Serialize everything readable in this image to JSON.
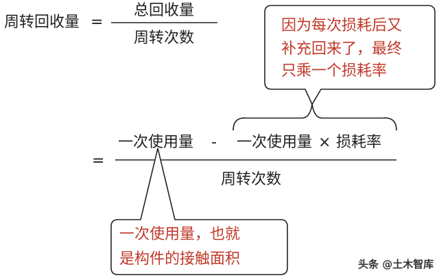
{
  "formula": {
    "lhs": "周转回收量",
    "equals": "=",
    "top_fraction": {
      "numerator": "总回收量",
      "denominator": "周转次数"
    },
    "bottom_fraction": {
      "numerator_term1": "一次使用量",
      "minus": "-",
      "numerator_term2": "一次使用量",
      "times": "×",
      "numerator_term3": "损耗率",
      "denominator": "周转次数"
    }
  },
  "callouts": {
    "loss_note": {
      "line1": "因为每次损耗后又",
      "line2": "补充回来了，最终",
      "line3": "只乘一个损耗率"
    },
    "usage_note": {
      "line1": "一次使用量，也就",
      "line2": "是构件的接触面积"
    }
  },
  "watermark": "头条 @土木智库",
  "colors": {
    "text": "#222222",
    "annotation": "#c0392b",
    "lines": "#222222"
  }
}
